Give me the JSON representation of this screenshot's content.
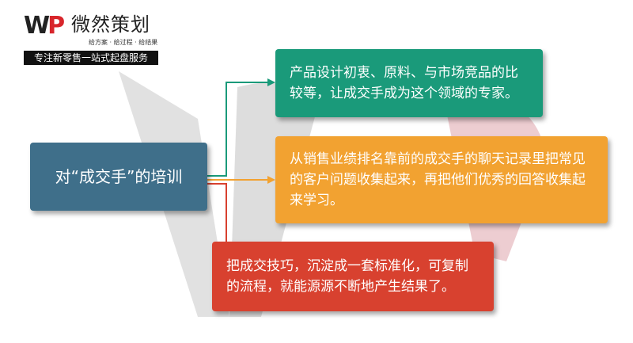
{
  "logo": {
    "mark": "WP",
    "name": "微然策划",
    "tagline": "给方案 · 给过程 · 给结果",
    "slogan": "专注新零售一站式起盘服务"
  },
  "center": {
    "label": "对“成交手”的培训",
    "color": "#3f6f8a"
  },
  "branches": [
    {
      "text": "产品设计初衷、原料、与市场竞品的比较等，让成交手成为这个领域的专家。",
      "color": "#1a9a7a"
    },
    {
      "text": "从销售业绩排名靠前的成交手的聊天记录里把常见的客户问题收集起来，再把他们优秀的回答收集起来学习。",
      "color": "#f2a231"
    },
    {
      "text": "把成交技巧，沉淀成一套标准化，可复制的流程，就能源源不断地产生结果了。",
      "color": "#d8412f"
    }
  ]
}
